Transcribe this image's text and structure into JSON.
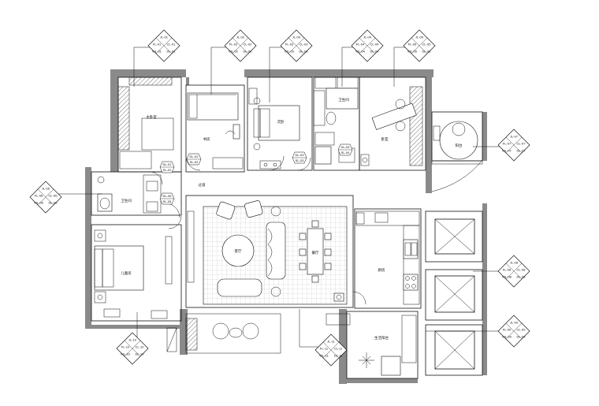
{
  "drawing": {
    "rooms": [
      {
        "id": "master-bedroom",
        "label": "主卧室"
      },
      {
        "id": "study",
        "label": "书房"
      },
      {
        "id": "bedroom-2",
        "label": "次卧"
      },
      {
        "id": "bath-1",
        "label": "卫生间"
      },
      {
        "id": "bedroom-3",
        "label": "卧室"
      },
      {
        "id": "balcony",
        "label": "阳台"
      },
      {
        "id": "guest-bath",
        "label": "卫生间"
      },
      {
        "id": "bedroom-4",
        "label": "儿童房"
      },
      {
        "id": "living",
        "label": "客厅"
      },
      {
        "id": "dining",
        "label": "餐厅"
      },
      {
        "id": "kitchen",
        "label": "厨房"
      },
      {
        "id": "laundry",
        "label": "生活阳台"
      },
      {
        "id": "corridor",
        "label": "过道"
      }
    ],
    "tags": [
      {
        "id": "tag-top-1",
        "lines": [
          "JL-01",
          "FL-01",
          "CL-01",
          "WL-01",
          "DL-01"
        ]
      },
      {
        "id": "tag-top-2",
        "lines": [
          "JL-02",
          "FL-02",
          "CL-02",
          "WL-02",
          "DL-02"
        ]
      },
      {
        "id": "tag-top-3",
        "lines": [
          "JL-03",
          "FL-03",
          "CL-03",
          "WL-03",
          "DL-03"
        ]
      },
      {
        "id": "tag-top-4",
        "lines": [
          "JL-04",
          "FL-04",
          "CL-04",
          "WL-04",
          "DL-04"
        ]
      },
      {
        "id": "tag-top-5",
        "lines": [
          "JL-05",
          "FL-05",
          "CL-05",
          "WL-05",
          "DL-05"
        ]
      },
      {
        "id": "tag-left",
        "lines": [
          "JL-06",
          "FL-06",
          "CL-06",
          "WL-06",
          "DL-06"
        ]
      },
      {
        "id": "tag-right-1",
        "lines": [
          "JL-07",
          "FL-07",
          "CL-07",
          "WL-07",
          "DL-07"
        ]
      },
      {
        "id": "tag-right-2",
        "lines": [
          "JL-08",
          "FL-08",
          "CL-08",
          "WL-08",
          "DL-08"
        ]
      },
      {
        "id": "tag-right-3",
        "lines": [
          "JL-09",
          "FL-09",
          "CL-09",
          "WL-09",
          "DL-09"
        ]
      },
      {
        "id": "tag-bottom-1",
        "lines": [
          "JL-10",
          "FL-10",
          "CL-10",
          "WL-10",
          "DL-10"
        ]
      },
      {
        "id": "tag-bottom-2",
        "lines": [
          "JL-11",
          "FL-11",
          "CL-11",
          "WL-11",
          "DL-11"
        ]
      }
    ],
    "door_tags": [
      {
        "id": "dt-1",
        "lines": [
          "DL-01",
          "SL-01"
        ]
      },
      {
        "id": "dt-2",
        "lines": [
          "DL-02",
          "SL-02"
        ]
      },
      {
        "id": "dt-3",
        "lines": [
          "DL-03",
          "SL-03"
        ]
      },
      {
        "id": "dt-4",
        "lines": [
          "DL-04",
          "SL-04"
        ]
      },
      {
        "id": "dt-5",
        "lines": [
          "DL-05",
          "SL-05"
        ]
      }
    ],
    "colors": {
      "wall": "#8a8a8a",
      "line": "#111111",
      "paper": "#ffffff"
    }
  }
}
